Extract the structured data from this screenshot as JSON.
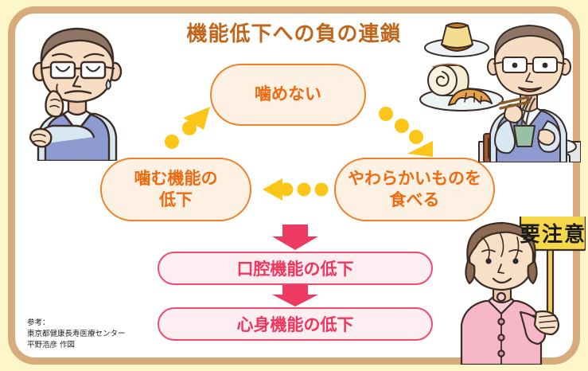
{
  "poster": {
    "title": "機能低下への負の連鎖",
    "title_color": "#c1651b",
    "frame_color": "#d7ab7c",
    "background_color": "#fdf6c8",
    "canvas_color": "#ffffff"
  },
  "cycle": {
    "accent_color": "#ef8028",
    "text_color": "#ec6b11",
    "fill_color": "#fdf1e4",
    "arrow_color": "#fcc618",
    "boxes": [
      {
        "id": "top",
        "label": "噛めない"
      },
      {
        "id": "left",
        "line1": "噛む機能の",
        "line2": "低下"
      },
      {
        "id": "right",
        "line1": "やわらかいものを",
        "line2": "食べる"
      }
    ]
  },
  "outcome": {
    "accent_color": "#f04a6e",
    "text_color": "#f0365f",
    "fill_color": "#fdeef2",
    "arrow_color": "#ec3a63",
    "boxes": [
      {
        "id": "oral",
        "label": "口腔機能の低下"
      },
      {
        "id": "mental",
        "label": "心身機能の低下"
      }
    ]
  },
  "sign": {
    "text": "要注意",
    "board_color": "#f7d74a",
    "text_color": "#1a1a1a"
  },
  "illustrations": [
    {
      "name": "worried-elderly-man",
      "description": "眼鏡をかけた高齢男性が困った表情で頬に手をあてている"
    },
    {
      "name": "man-eating-soft-food",
      "description": "プリン・ロールケーキ・クロワッサンの皿とそばを食べる高齢男性"
    },
    {
      "name": "woman-holding-caution-sign",
      "description": "ピンクの制服の女性が「要注意」の看板を掲げている"
    }
  ],
  "credit": {
    "line1": "参考：",
    "line2": "東京都健康長寿医療センター",
    "line3": "平野浩彦 作図"
  }
}
